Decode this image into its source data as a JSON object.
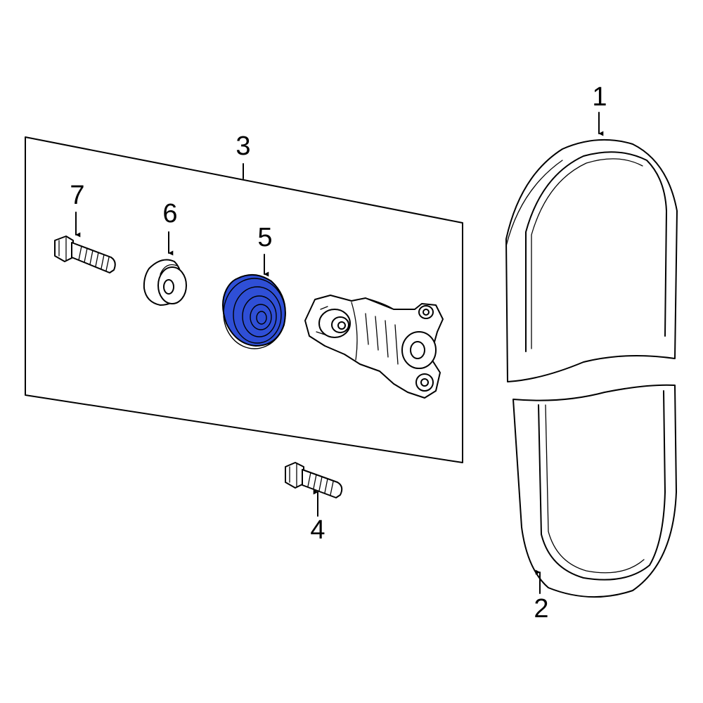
{
  "highlight_color": "#2f4fd6",
  "callouts": [
    {
      "id": "1",
      "text": "1"
    },
    {
      "id": "2",
      "text": "2"
    },
    {
      "id": "3",
      "text": "3"
    },
    {
      "id": "4",
      "text": "4"
    },
    {
      "id": "5",
      "text": "5"
    },
    {
      "id": "6",
      "text": "6"
    },
    {
      "id": "7",
      "text": "7"
    }
  ],
  "highlighted_part": "5",
  "icons": {
    "belt_upper": "serpentine-belt-icon",
    "belt_lower": "serpentine-belt-icon",
    "tensioner": "belt-tensioner-icon",
    "pulley": "idler-pulley-icon",
    "cap": "dust-cap-icon",
    "bolt_upper": "bolt-icon",
    "bolt_lower": "bolt-icon"
  }
}
